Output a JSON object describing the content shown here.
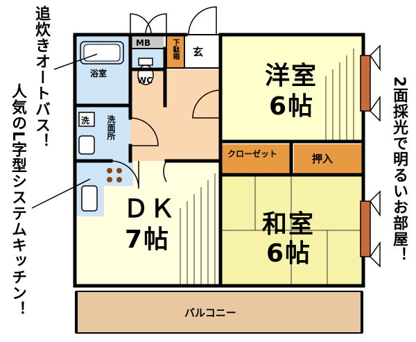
{
  "rooms": {
    "western_room": {
      "name": "洋室",
      "size": "6帖"
    },
    "japanese_room": {
      "name": "和室",
      "size": "6帖"
    },
    "dk": {
      "name": "ＤＫ",
      "size": "7帖"
    },
    "bath": "浴室",
    "wc": "WC",
    "washroom": "洗面所",
    "washer": "洗",
    "entrance": "玄",
    "shoe_box": "下駄箱",
    "mb": "MB",
    "closet": "クローゼット",
    "oshiire": "押入",
    "balcony": "バルコニー"
  },
  "captions": {
    "left_top": "追炊きオートバス！",
    "left_bottom": "人気のL字型システムキッチン！",
    "right": "2面採光で明るいお部屋！"
  },
  "colors": {
    "wall": "#000000",
    "floor_dk": "#ffffe0",
    "floor_room": "#ffffcc",
    "tatami": "#f6f3a8",
    "wet_area": "#cde5f7",
    "entrance": "#fad7b0",
    "closet": "#e79a42",
    "balcony": "#e8c7a1",
    "sash": "#c86a3c"
  }
}
